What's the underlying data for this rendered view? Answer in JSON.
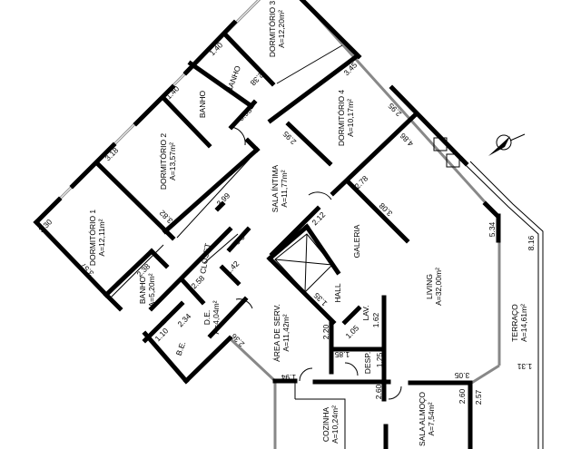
{
  "rooms": {
    "dorm3": {
      "name": "DORMITÓRIO 3",
      "area": "A=12,20m²"
    },
    "dorm2": {
      "name": "DORMITÓRIO 2",
      "area": "A=13,57m²"
    },
    "dorm1": {
      "name": "DORMITÓRIO 1",
      "area": "A=12,11m²"
    },
    "dorm4": {
      "name": "DORMITÓRIO 4",
      "area": "A=10,17m²"
    },
    "banho_a": {
      "name": "BANHO"
    },
    "banho_b": {
      "name": "BANHO"
    },
    "banho_suite": {
      "name": "BANHO",
      "area": "A=5,20m²"
    },
    "sala_intima": {
      "name": "SALA ÍNTIMA",
      "area": "A=11,77m²"
    },
    "closet": {
      "name": "CLOSET"
    },
    "galeria": {
      "name": "GALERIA"
    },
    "living": {
      "name": "LIVING",
      "area": "A=32,00m²"
    },
    "terraco": {
      "name": "TERRAÇO",
      "area": "A=14,61m²"
    },
    "de": {
      "name": "D.E.",
      "area": "A=4,04m²"
    },
    "be": {
      "name": "B.E."
    },
    "area_serv": {
      "name": "ÁREA DE SERV.",
      "area": "A=11,42m²"
    },
    "hall": {
      "name": "HALL"
    },
    "lav": {
      "name": "LAV."
    },
    "desp": {
      "name": "DESP."
    },
    "cozinha": {
      "name": "COZINHA",
      "area": "A=10,24m²"
    },
    "sala_almoco": {
      "name": "SALA ALMOÇO",
      "area": "A=7,54m²"
    }
  },
  "dimensions": [
    "1.40",
    "2.38",
    "1.40",
    "0.93",
    "3.18",
    "3.82",
    "3.99",
    "3.30",
    "3.57",
    "3.45",
    "2.95",
    "2.95",
    "4.86",
    "2.78",
    "3.08",
    "2.12",
    "5.34",
    "8.16",
    "2.0",
    "1.42",
    "2.38",
    "2.58",
    "2.34",
    "1.10",
    "2.36",
    "1.35",
    "2.20",
    "1.05",
    "1.62",
    "1.85",
    "1.25",
    "1.94",
    "2.60",
    "3.05",
    "2.60",
    "2.57",
    "1.31"
  ],
  "icons": [
    "north-compass-icon",
    "elevator-icon"
  ]
}
